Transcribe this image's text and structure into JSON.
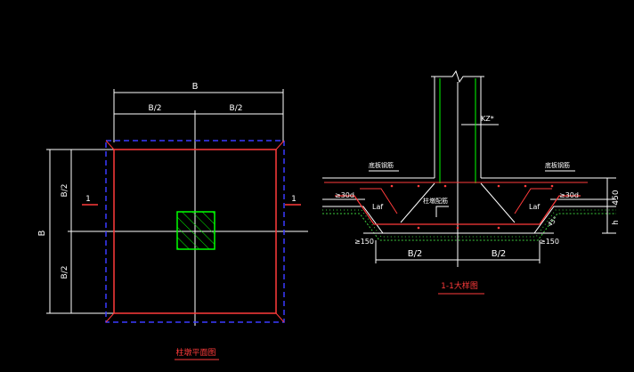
{
  "plan": {
    "dim_total": "B",
    "dim_half_left": "B/2",
    "dim_half_right": "B/2",
    "dim_vertical_total": "B",
    "dim_vertical_upper": "B/2",
    "dim_vertical_lower": "B/2",
    "section_mark_left": "1",
    "section_mark_right": "1",
    "title": "柱墩平面图"
  },
  "section": {
    "column_label": "KZ*",
    "rebar_left": "底板钢筋",
    "rebar_right": "底板钢筋",
    "pier_rebar": "柱墩配筋",
    "anchor_left": "≥30d",
    "anchor_right": "≥30d",
    "lap_left": "Laf",
    "lap_right": "Laf",
    "dim_450": "450",
    "dim_h": "h",
    "angle": "45°",
    "min_left": "≥150",
    "min_right": "≥150",
    "dim_half_left": "B/2",
    "dim_half_right": "B/2",
    "title": "1-1大样图"
  },
  "colors": {
    "background": "#000000",
    "dimension": "#ffffff",
    "outline": "#ff3b3b",
    "column": "#00ff00",
    "hidden": "#3a3aff",
    "leader": "#ffffff"
  }
}
